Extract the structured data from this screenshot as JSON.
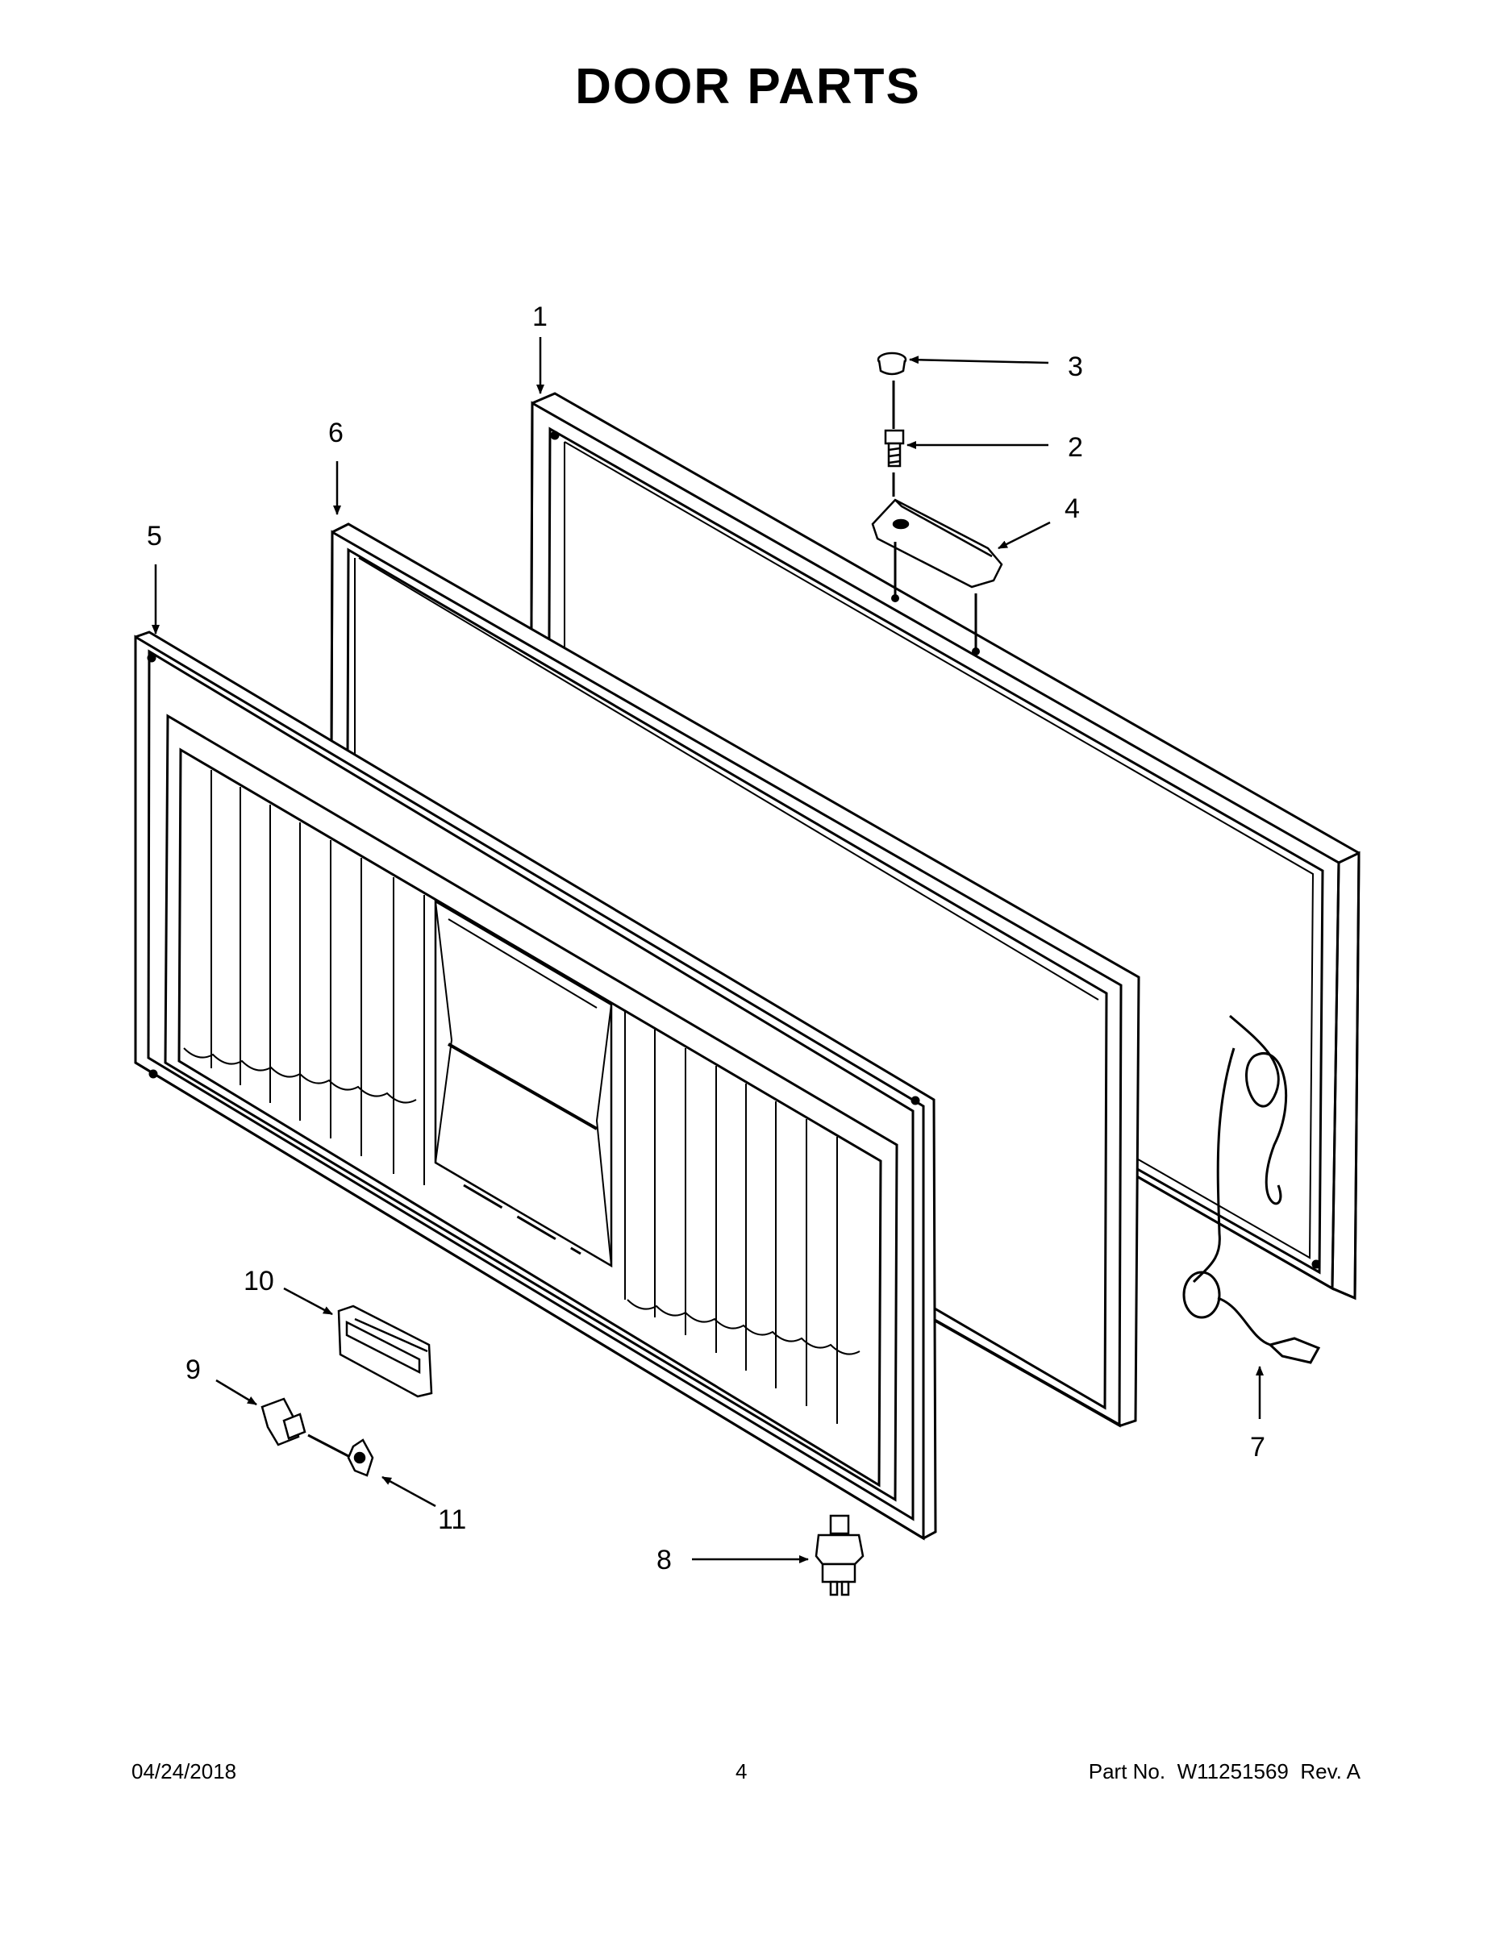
{
  "title": "DOOR PARTS",
  "callouts": {
    "c1": "1",
    "c2": "2",
    "c3": "3",
    "c4": "4",
    "c5": "5",
    "c6": "6",
    "c7": "7",
    "c8": "8",
    "c9": "9",
    "c10": "10",
    "c11": "11"
  },
  "footer": {
    "date": "04/24/2018",
    "page": "4",
    "part_label": "Part No.",
    "part_number": "W11251569",
    "revision": "Rev. A"
  }
}
